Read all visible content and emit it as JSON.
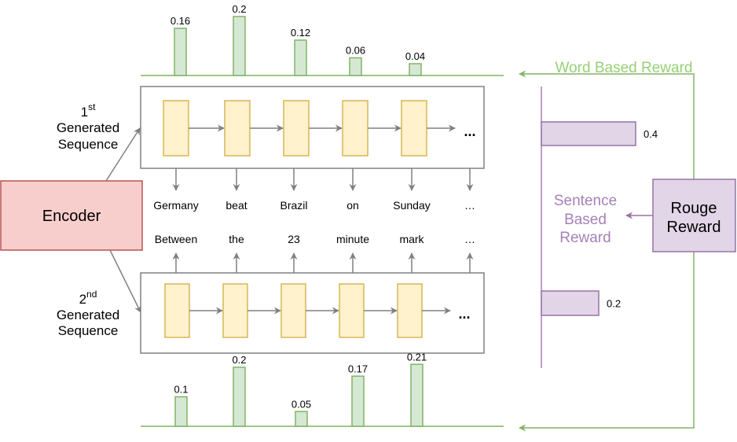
{
  "encoder": {
    "label": "Encoder"
  },
  "sequences": [
    {
      "ordinal": "1",
      "ordinal_suffix": "st",
      "label_line1": "Generated",
      "label_line2": "Sequence",
      "words": [
        "Germany",
        "beat",
        "Brazil",
        "on",
        "Sunday",
        "..."
      ],
      "ellipsis": "...",
      "word_rewards": [
        0.16,
        0.2,
        0.12,
        0.06,
        0.04
      ],
      "word_reward_labels": [
        "0.16",
        "0.2",
        "0.12",
        "0.06",
        "0.04"
      ],
      "sentence_reward": 0.4,
      "sentence_reward_label": "0.4"
    },
    {
      "ordinal": "2",
      "ordinal_suffix": "nd",
      "label_line1": "Generated",
      "label_line2": "Sequence",
      "words": [
        "Between",
        "the",
        "23",
        "minute",
        "mark",
        "..."
      ],
      "ellipsis": "...",
      "word_rewards": [
        0.1,
        0.2,
        0.05,
        0.17,
        0.21
      ],
      "word_reward_labels": [
        "0.1",
        "0.2",
        "0.05",
        "0.17",
        "0.21"
      ],
      "sentence_reward": 0.2,
      "sentence_reward_label": "0.2"
    }
  ],
  "rouge": {
    "line1": "Rouge",
    "line2": "Reward"
  },
  "word_based_reward": {
    "label": "Word Based Reward"
  },
  "sentence_based_reward": {
    "line1": "Sentence",
    "line2": "Based",
    "line3": "Reward"
  },
  "colors": {
    "encoder_fill": "#f8cecc",
    "encoder_stroke": "#b85450",
    "cell_fill": "#fff2cc",
    "cell_stroke": "#d6b656",
    "green_fill": "#d5e8d4",
    "green_stroke": "#82b366",
    "green_text": "#97d077",
    "purple_fill": "#e1d5e7",
    "purple_stroke": "#9673a6",
    "purple_text": "#a680b8",
    "gray": "#808080"
  }
}
